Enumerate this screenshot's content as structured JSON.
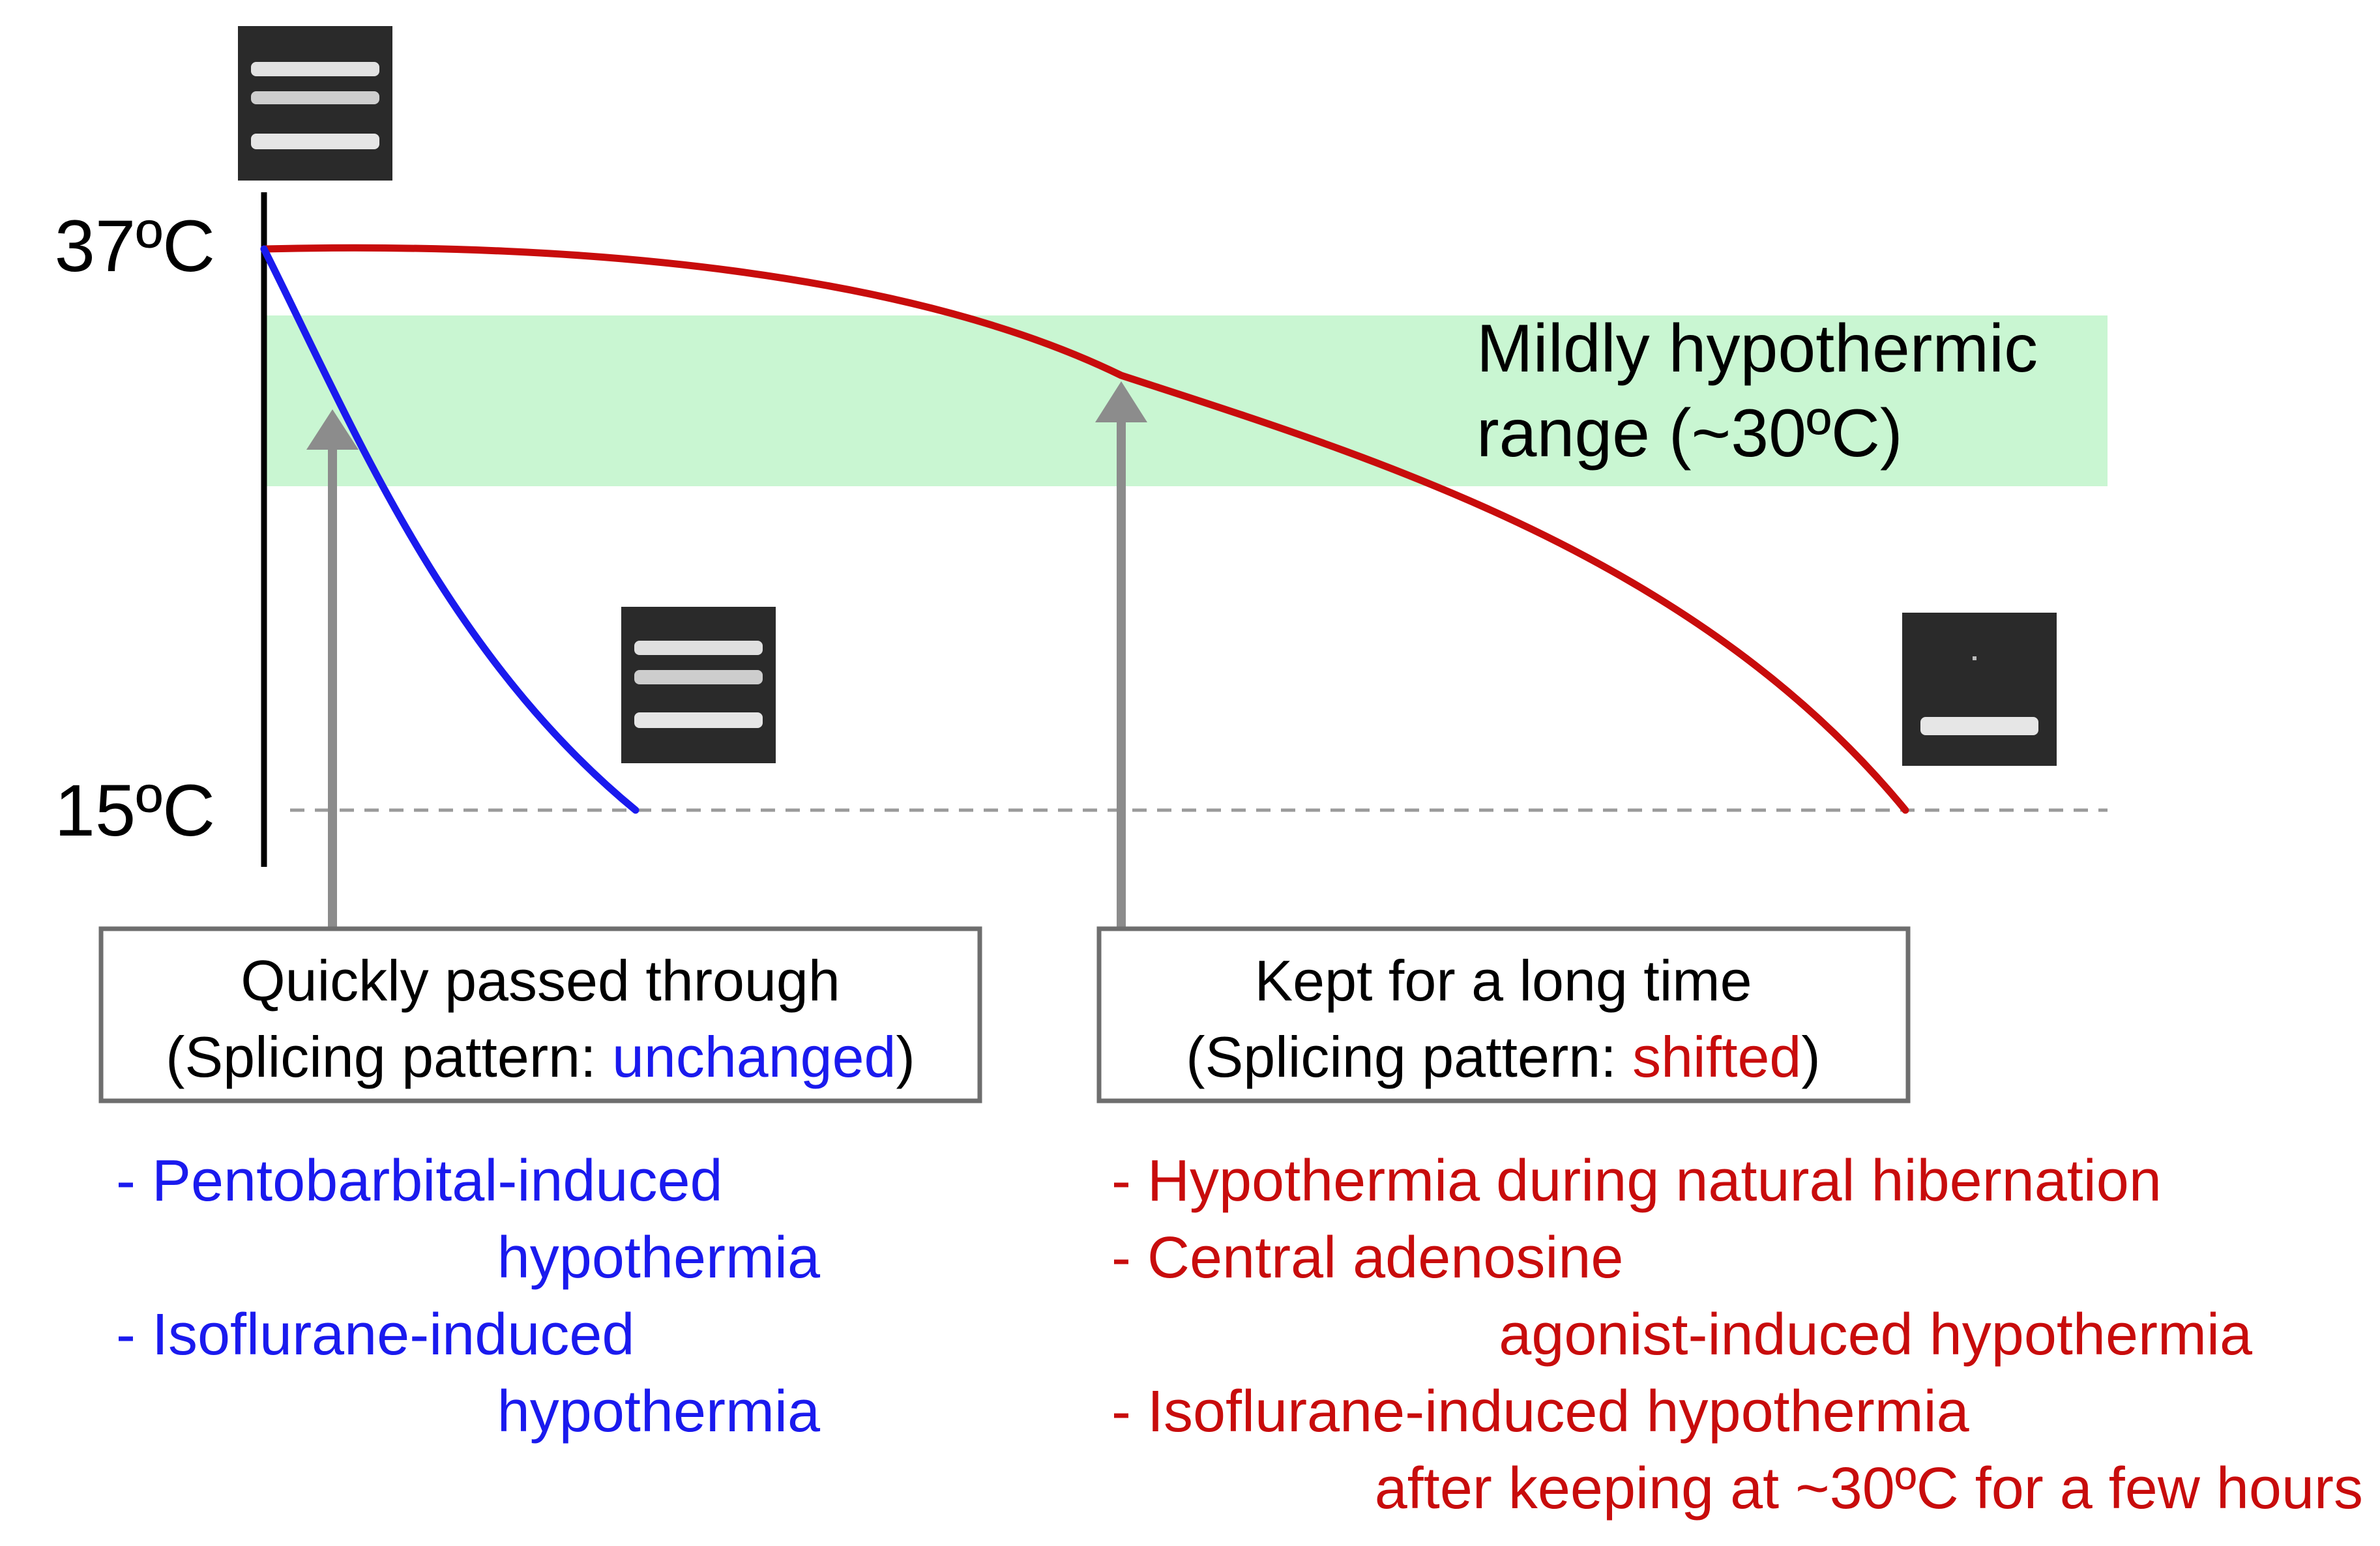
{
  "colors": {
    "fast_curve": "#1a1aee",
    "slow_curve": "#c80c0c",
    "range_band": "#c9f6d2",
    "arrow": "#8c8c8c",
    "box_border": "#6e6e6e",
    "baseline_dash": "#9a9a9a",
    "axis": "#000000",
    "text": "#000000",
    "gel_background": "#2a2a2a",
    "gel_band": "#e2e2e2"
  },
  "axis": {
    "top_label": "37ºC",
    "bottom_label": "15ºC"
  },
  "range": {
    "line1": "Mildly hypothermic",
    "line2": "range (~30ºC)"
  },
  "gels": [
    {
      "id": "gel-37c",
      "bands": 3
    },
    {
      "id": "gel-15c-fast",
      "bands": 3
    },
    {
      "id": "gel-15c-slow",
      "bands": 1
    }
  ],
  "box_fast": {
    "line1": "Quickly passed through",
    "line2_prefix": "(Splicing pattern: ",
    "line2_highlight": "unchanged",
    "line2_suffix": ")"
  },
  "box_slow": {
    "line1": "Kept for a long time",
    "line2_prefix": "(Splicing pattern: ",
    "line2_highlight": "shifted",
    "line2_suffix": ")"
  },
  "list_fast": {
    "item1_line1": "- Pentobarbital-induced",
    "item1_line2": "hypothermia",
    "item2_line1": "- Isoflurane-induced",
    "item2_line2": "hypothermia"
  },
  "list_slow": {
    "item1_line1": "- Hypothermia during natural hibernation",
    "item2_line1": "- Central adenosine",
    "item2_line2": "agonist-induced hypothermia",
    "item3_line1": "- Isoflurane-induced hypothermia",
    "item3_line2": "after keeping at ~30ºC for a few hours"
  }
}
